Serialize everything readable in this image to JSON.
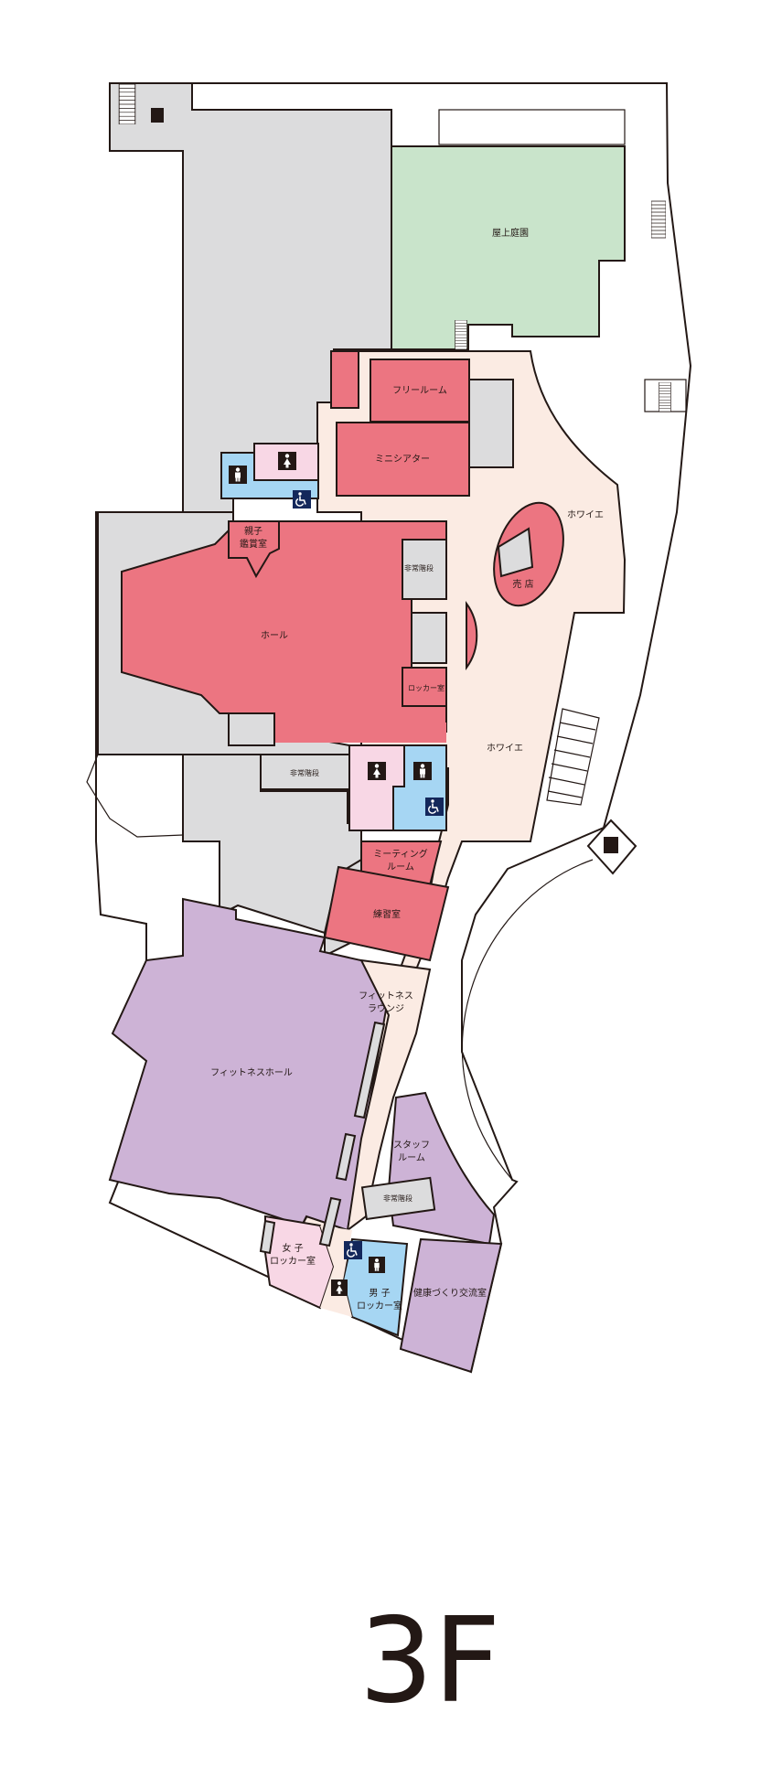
{
  "floor": "3F",
  "colors": {
    "outline": "#231815",
    "structure_gray": "#dcdcdd",
    "rooftop_garden": "#c9e4cb",
    "hall_red": "#ec7581",
    "foyer_beige": "#fbebe3",
    "fitness_purple": "#cdb3d6",
    "restroom_women": "#f8d7e5",
    "restroom_men": "#a6d6f3",
    "accessible_navy": "#13275b"
  },
  "rooms": {
    "rooftop_garden": "屋上庭園",
    "free_room": "フリールーム",
    "mini_theater": "ミニシアター",
    "parent_child_room_line1": "親子",
    "parent_child_room_line2": "鑑賞室",
    "hall": "ホール",
    "foyer_upper": "ホワイエ",
    "foyer_lower": "ホワイエ",
    "shop": "売 店",
    "emergency_stairs_small": "非常階段",
    "locker_room": "ロッカー室",
    "emergency_stairs_hall": "非常階段",
    "meeting_room_line1": "ミーティング",
    "meeting_room_line2": "ルーム",
    "practice_room": "練習室",
    "fitness_lounge_line1": "フィットネス",
    "fitness_lounge_line2": "ラウンジ",
    "fitness_hall": "フィットネスホール",
    "staff_room_line1": "スタッフ",
    "staff_room_line2": "ルーム",
    "emergency_stairs_fitness": "非常階段",
    "women_locker_line1": "女 子",
    "women_locker_line2": "ロッカー室",
    "men_locker_line1": "男 子",
    "men_locker_line2": "ロッカー室",
    "health_exchange_room": "健康づくり交流室"
  },
  "icons": {
    "restroom_women": "woman-restroom-icon",
    "restroom_men": "man-restroom-icon",
    "accessible": "wheelchair-icon",
    "elevator": "elevator-icon"
  }
}
